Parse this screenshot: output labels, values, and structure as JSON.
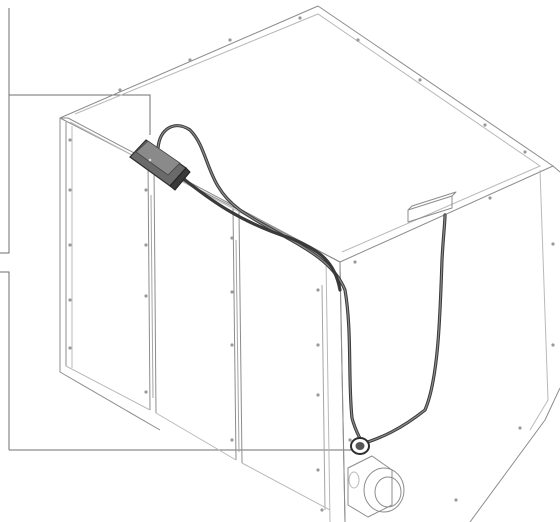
{
  "figure": {
    "subject": "cabinet-with-sensor-module-and-cable",
    "callouts": [
      {
        "target": "sensor-module"
      },
      {
        "target": "front-panel-edge"
      },
      {
        "target": "cable-grommet"
      }
    ],
    "colors": {
      "outline": "#8c8c8c",
      "cable": "#3a3a3a",
      "module": "#5a5a5a",
      "background": "#ffffff"
    }
  }
}
